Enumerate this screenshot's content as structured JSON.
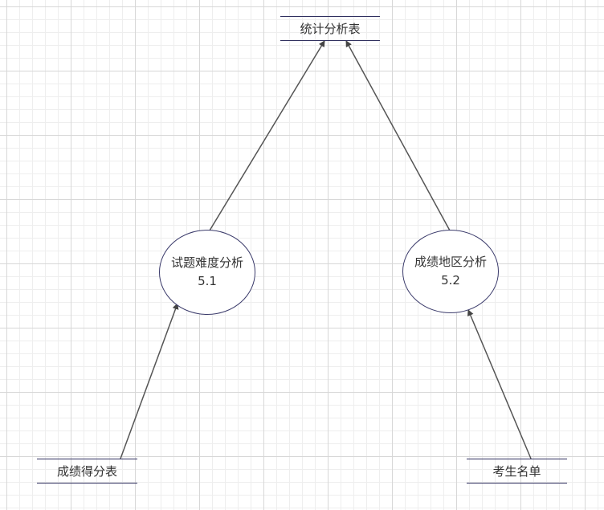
{
  "diagram": {
    "stores": {
      "stats_table": "统计分析表",
      "score_table": "成绩得分表",
      "examinee_list": "考生名单"
    },
    "processes": {
      "difficulty": {
        "name": "试题难度分析",
        "id": "5.1"
      },
      "region": {
        "name": "成绩地区分析",
        "id": "5.2"
      }
    },
    "colors": {
      "store_border": "#2f2f5e",
      "process_border": "#3b3b6b",
      "arrow": "#555555",
      "grid_major": "#d7d7d7",
      "grid_minor": "#eeeeee"
    }
  }
}
